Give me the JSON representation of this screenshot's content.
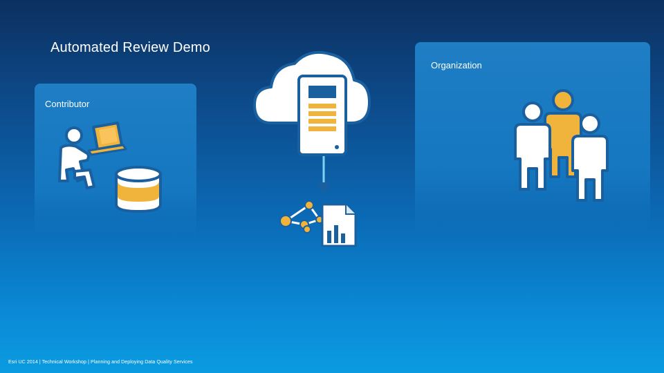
{
  "slide": {
    "title": "Automated Review Demo",
    "footer": "Esri UC 2014 | Technical Workshop | Planning and Deploying Data Quality Services"
  },
  "panels": {
    "contributor": {
      "label": "Contributor"
    },
    "organization": {
      "label": "Organization"
    }
  },
  "icons": [
    "contributor-at-laptop-icon",
    "database-icon",
    "cloud-icon",
    "server-icon",
    "arrow-down-icon",
    "network-graph-icon",
    "report-document-icon",
    "people-group-icon"
  ],
  "colors": {
    "accent_yellow": "#f0b43c",
    "icon_white": "#ffffff",
    "icon_outline": "#1a5f9e"
  }
}
